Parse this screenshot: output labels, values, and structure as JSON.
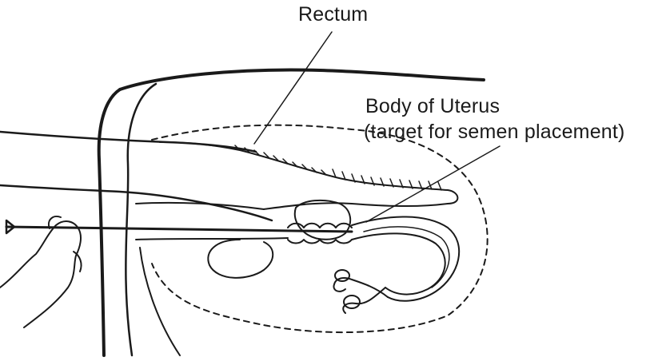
{
  "labels": {
    "rectum": "Rectum",
    "body_of_uterus": "Body of Uterus",
    "target_note": "(target for semen placement)"
  },
  "colors": {
    "ink": "#1a1a1a",
    "background": "#ffffff"
  }
}
